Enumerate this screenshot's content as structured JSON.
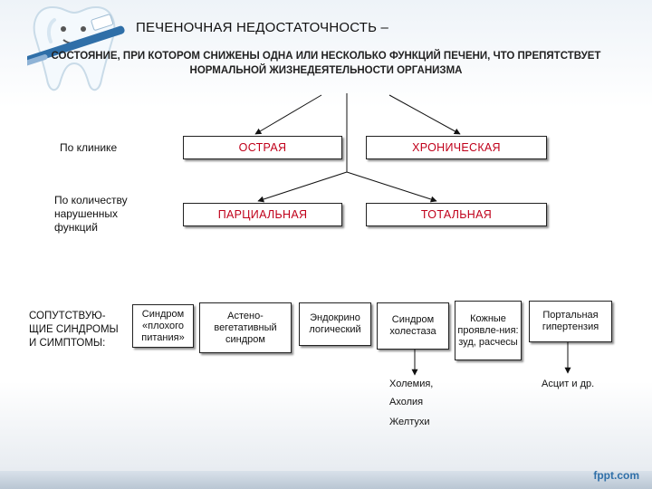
{
  "header": {
    "title": "ПЕЧЕНОЧНАЯ НЕДОСТАТОЧНОСТЬ –",
    "subtitle": "СОСТОЯНИЕ, ПРИ КОТОРОМ СНИЖЕНЫ ОДНА ИЛИ НЕСКОЛЬКО ФУНКЦИЙ ПЕЧЕНИ, ЧТО ПРЕПЯТСТВУЕТ НОРМАЛЬНОЙ ЖИЗНЕДЕЯТЕЛЬНОСТИ ОРГАНИЗМА"
  },
  "rows": {
    "clinic": {
      "label": "По клинике",
      "left": "ОСТРАЯ",
      "right": "ХРОНИЧЕСКАЯ"
    },
    "quantity": {
      "label": "По количеству нарушенных функций",
      "left": "ПАРЦИАЛЬНАЯ",
      "right": "ТОТАЛЬНАЯ"
    }
  },
  "syndromes": {
    "label": "СОПУТСТВУЮ-ЩИЕ СИНДРОМЫ И СИМПТОМЫ:",
    "items": [
      "Синдром «плохого питания»",
      "Астено-вегетативный синдром",
      "Эндокрино логический",
      "Синдром холестаза",
      "Кожные проявле-ния: зуд, расчесы",
      "Портальная гипертензия"
    ]
  },
  "results": {
    "cholestasis": [
      "Холемия,",
      "Ахолия",
      "Желтухи"
    ],
    "portal": "Асцит и др."
  },
  "footer": {
    "brand": "fppt.com"
  },
  "colors": {
    "accent_red": "#c0001a",
    "footer_bar": "#2f6fa8"
  }
}
